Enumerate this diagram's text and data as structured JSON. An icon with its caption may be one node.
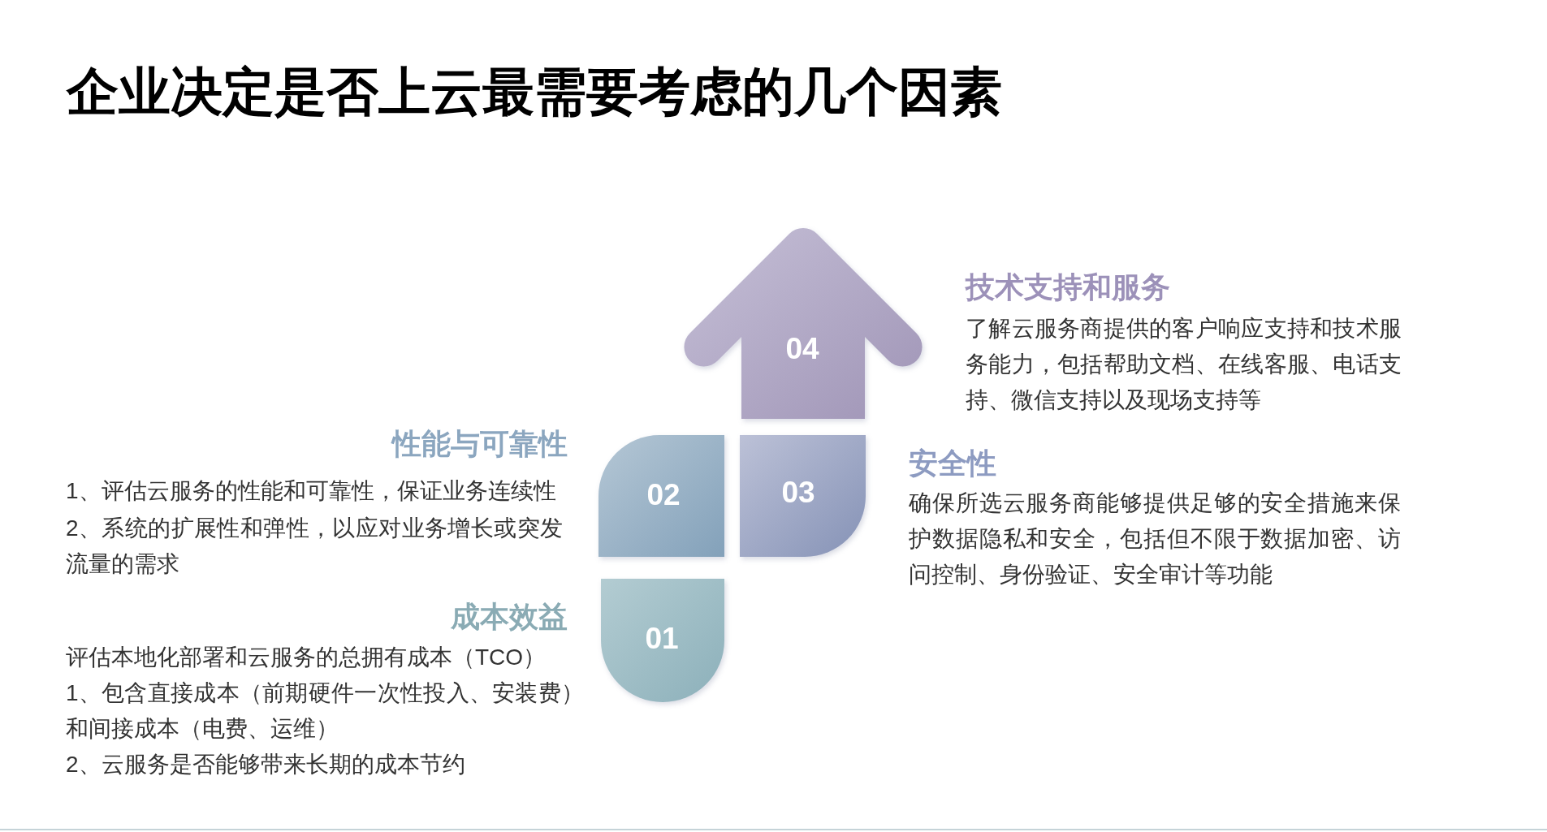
{
  "diagram": {
    "title": "企业决定是否上云最需要考虑的几个因素",
    "nodes": [
      {
        "text": [
          "01"
        ],
        "beside": [
          "成本效益",
          "评估本地化部署和云服务的总拥有成本（TCO）",
          "1、包含直接成本（前期硬件一次性投入、安装费）和间接成本（电费、运维）",
          "2、云服务是否能够带来长期的成本节约"
        ]
      },
      {
        "text": [
          "02"
        ],
        "beside": [
          "性能与可靠性",
          "1、评估云服务的性能和可靠性，保证业务连续性",
          "2、系统的扩展性和弹性，以应对业务增长或突发流量的需求"
        ]
      },
      {
        "text": [
          "03"
        ],
        "beside": [
          "安全性",
          "确保所选云服务商能够提供足够的安全措施来保护数据隐私和安全，包括但不限于数据加密、访问控制、身份验证、安全审计等功能"
        ]
      },
      {
        "text": [
          "04"
        ],
        "beside": [
          "技术支持和服务",
          "了解云服务商提供的客户响应支持和技术服务能力，包括帮助文档、在线客服、电话支持、微信支持以及现场支持等"
        ]
      }
    ]
  }
}
